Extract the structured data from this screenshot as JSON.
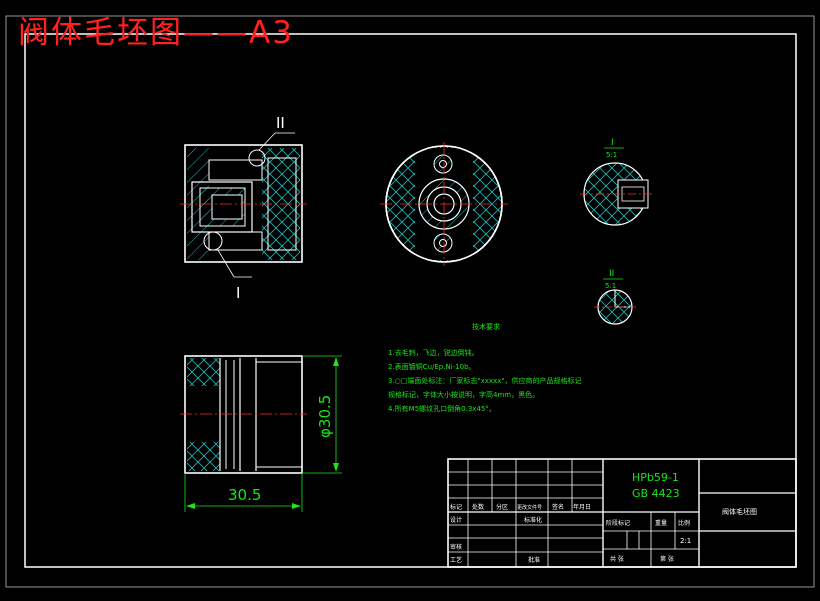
{
  "header": {
    "title": "阀体毛坯图——A3"
  },
  "colors": {
    "background": "#000000",
    "frame": "#ffffff",
    "outline": "#ffffff",
    "hatch": "#1fb7b7",
    "centerline": "#ff2a2a",
    "dimension": "#19e619",
    "note_text": "#19e619",
    "material_text": "#19e619",
    "title_text": "#ff2020"
  },
  "views": {
    "detail_label_top": "II",
    "detail_label_bottom": "I",
    "detail_view_1": {
      "roman": "I",
      "scale": "5:1"
    },
    "detail_view_2": {
      "roman": "II",
      "scale": "5:1"
    }
  },
  "dimensions": {
    "diameter": "φ30.5",
    "length": "30.5"
  },
  "notes": {
    "heading": "技术要求",
    "items": [
      "1.去毛刺，飞边，锐边倒钝。",
      "2.表面镀铜Cu/Ep.Ni-10b。",
      "3.○□端面处标注：厂家标志\"xxxxx\"，供应商的产品规格标记",
      "规格标记，字体大小按说明，字高4mm，黑色。",
      "4.所有M5螺纹孔口倒角0.3x45°。"
    ]
  },
  "title_block": {
    "material_line1": "HPb59-1",
    "material_line2": "GB 4423",
    "part_name": "阀体毛坯图",
    "scale_value": "2:1",
    "labels": {
      "mark": "标记",
      "count": "处数",
      "zone": "分区",
      "change_doc": "更改文件号",
      "signature": "签名",
      "date": "年月日",
      "designer": "设计",
      "standardization": "标准化",
      "stage_mark": "阶段标记",
      "weight": "重量",
      "scale": "比例",
      "reviewer": "审核",
      "process": "工艺",
      "approve": "批准",
      "sheets_total": "共 张",
      "sheet_no": "第 张"
    }
  }
}
